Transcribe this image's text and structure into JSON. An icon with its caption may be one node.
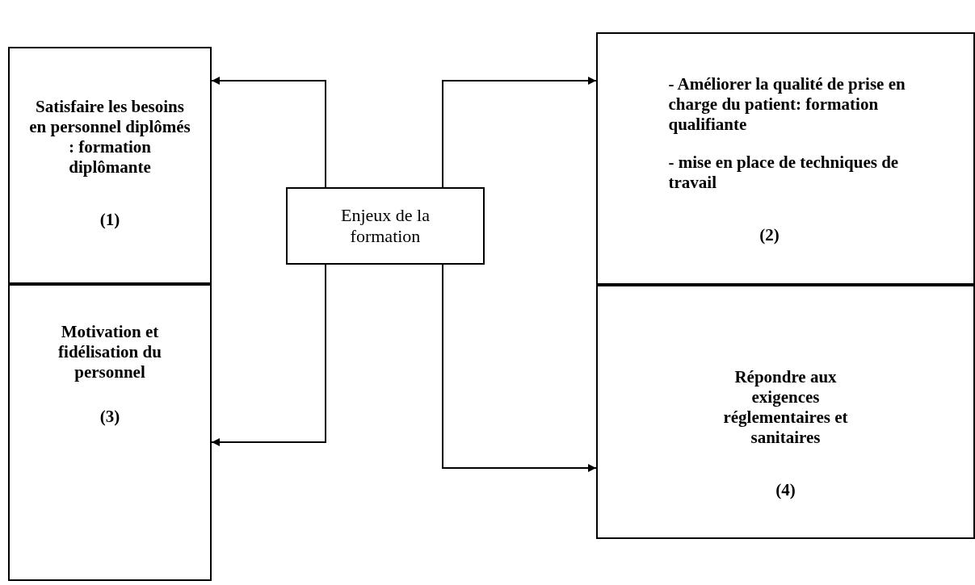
{
  "diagram": {
    "nodes": [
      {
        "text": [
          "Enjeux de la formation"
        ]
      },
      {
        "text": [
          "Satisfaire les besoins en personnel diplômés : formation diplômante",
          "(1)"
        ]
      },
      {
        "text": [
          "- Améliorer la qualité de prise en charge du patient: formation qualifiante",
          "- mise en place de techniques de travail",
          "(2)"
        ]
      },
      {
        "text": [
          "Motivation et fidélisation du personnel",
          "(3)"
        ]
      },
      {
        "text": [
          "Répondre aux exigences réglementaires et sanitaires",
          "(4)"
        ]
      }
    ],
    "edges": [
      {
        "from": 0,
        "to": 1,
        "arrow": "to"
      },
      {
        "from": 0,
        "to": 2,
        "arrow": "to"
      },
      {
        "from": 0,
        "to": 3,
        "arrow": "to"
      },
      {
        "from": 0,
        "to": 4,
        "arrow": "to"
      }
    ]
  }
}
